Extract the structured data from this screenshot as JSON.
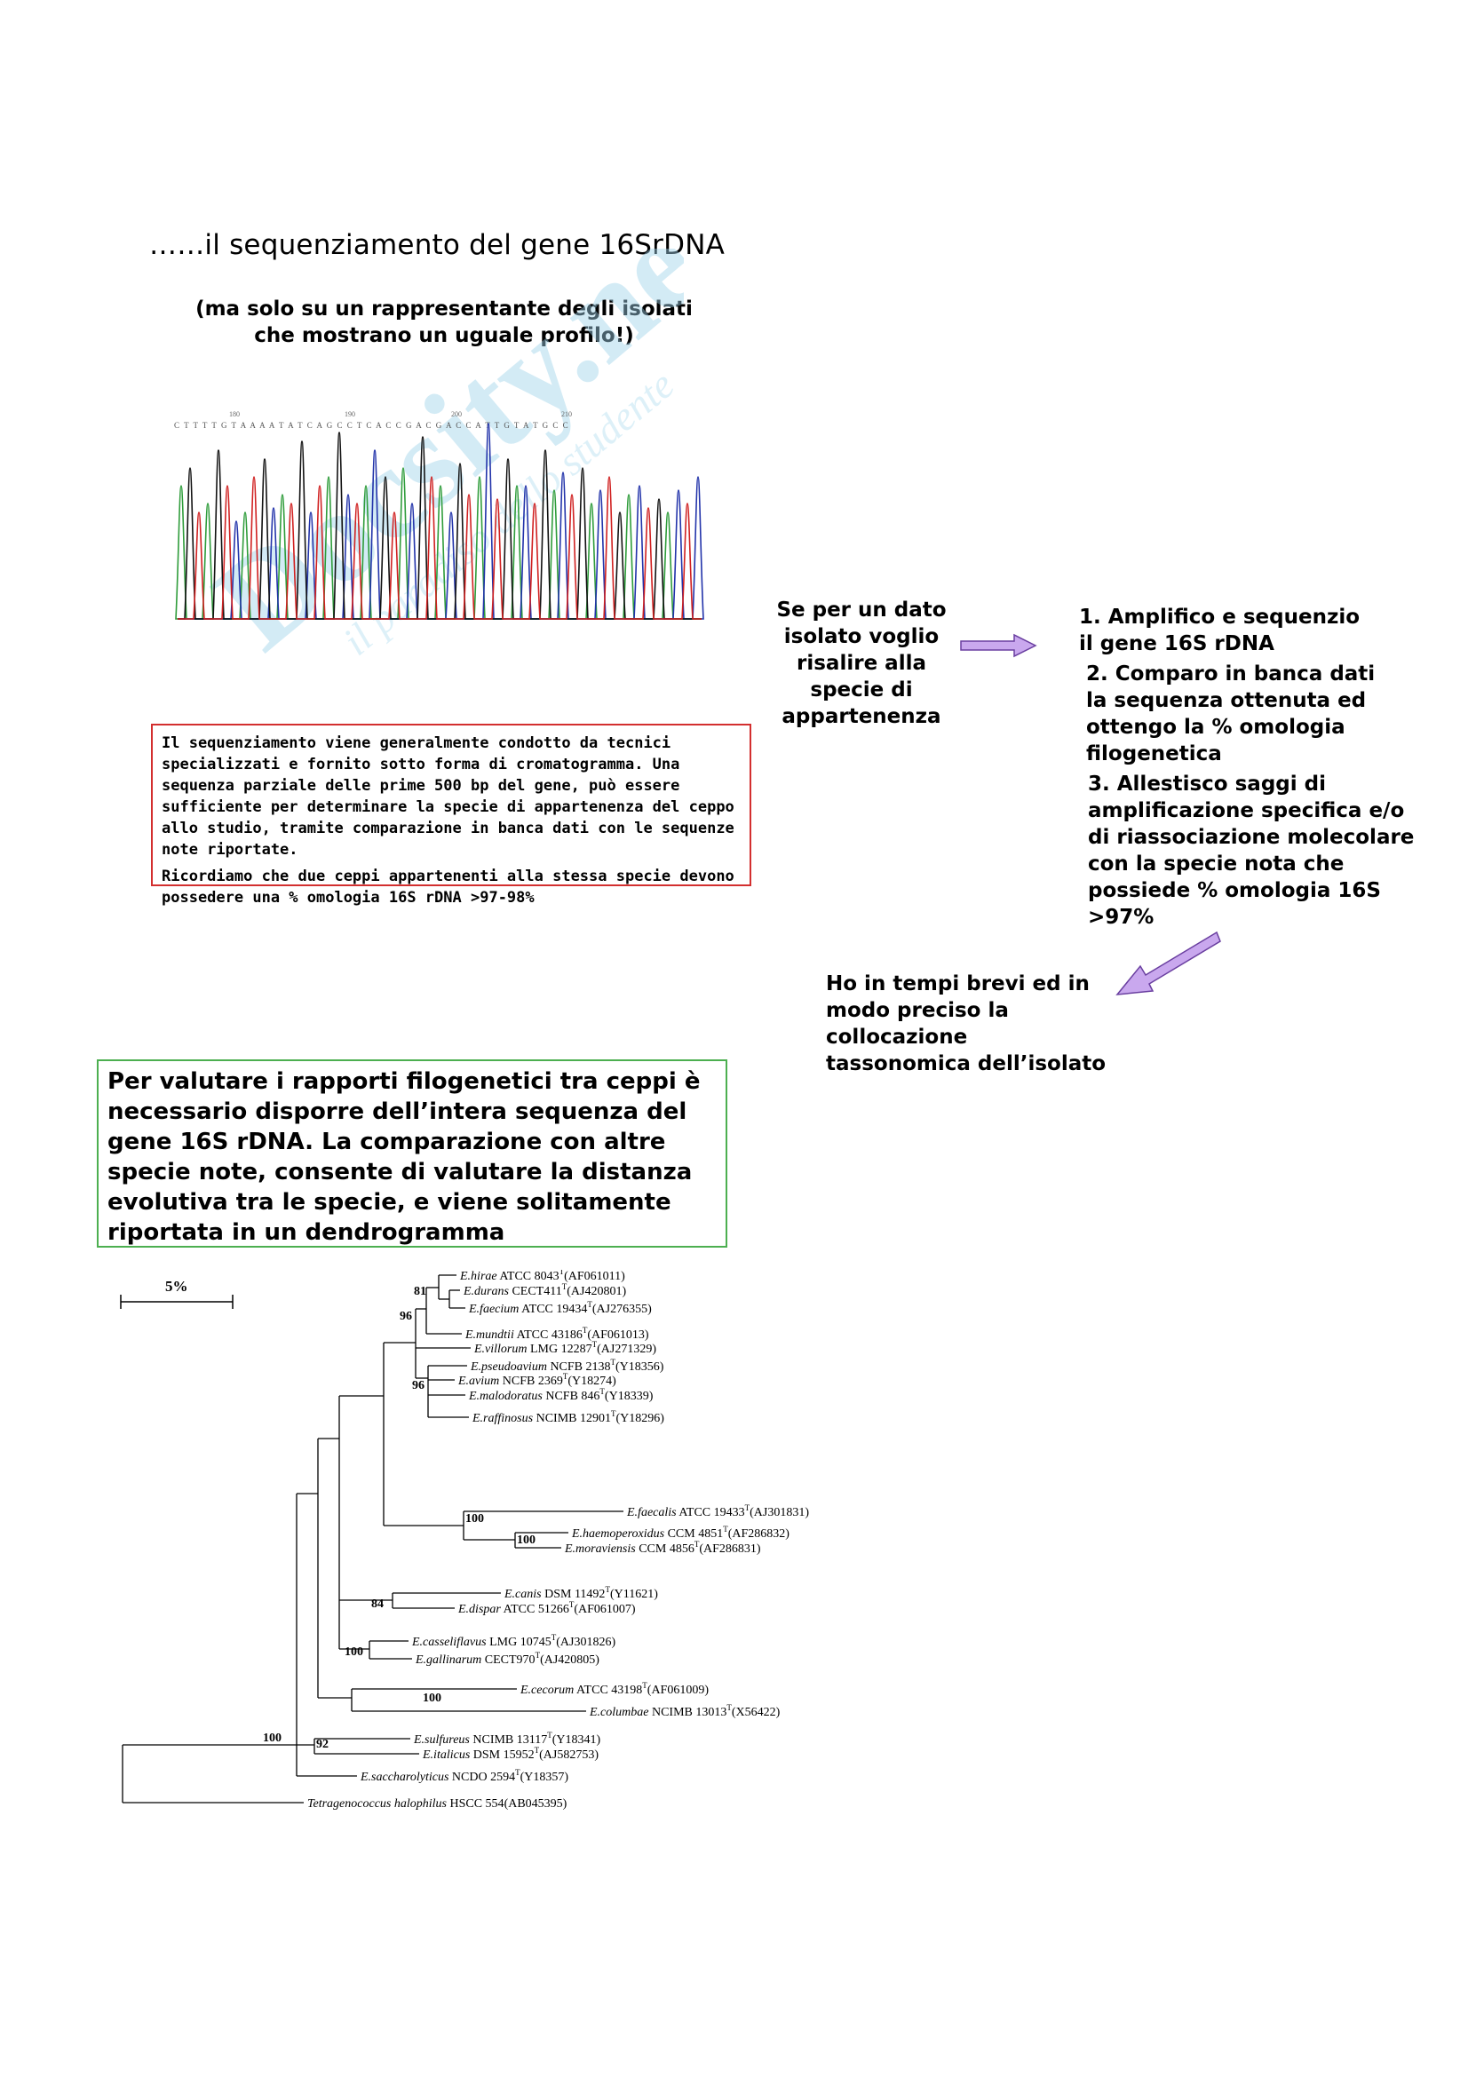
{
  "header": {
    "title": "……il sequenziamento del gene 16SrDNA",
    "subtitle": "(ma solo su un rappresentante degli isolati che mostrano un uguale profilo!)"
  },
  "chromatogram": {
    "sequence": "C T T T T G T A A A A T A T C  A G C C T C A C C G A C G A C C A T T G T A T G C C",
    "marks": [
      "180",
      "190",
      "200",
      "210"
    ]
  },
  "watermark": {
    "text": "Docsity.net",
    "tagline": "il paradiso dello studente"
  },
  "info_box": {
    "p1": "Il sequenziamento viene generalmente condotto da tecnici specializzati e fornito sotto forma di cromatogramma. Una sequenza parziale delle prime 500 bp del gene, può essere sufficiente per determinare la specie di appartenenza del ceppo allo studio, tramite comparazione in banca dati con le sequenze note riportate.",
    "p2": "Ricordiamo che due ceppi appartenenti alla stessa specie devono possedere una % omologia 16S rDNA >97-98%"
  },
  "question": "Se per un dato isolato voglio risalire alla specie di appartenenza",
  "steps": [
    "1. Amplifico e sequenzio il gene 16S rDNA",
    "2. Comparo in banca dati la sequenza ottenuta ed ottengo la % omologia filogenetica",
    "3. Allestisco saggi di amplificazione specifica e/o di riassociazione  molecolare con la specie nota che possiede % omologia 16S >97%"
  ],
  "answer": "Ho in tempi brevi ed in modo preciso la collocazione tassonomica dell’isolato",
  "phylo_box": "Per valutare i rapporti filogenetici tra ceppi è necessario disporre dell’intera sequenza del gene 16S rDNA. La comparazione con altre specie note, consente di valutare la distanza evolutiva tra le specie, e viene solitamente riportata in un dendrogramma",
  "tree": {
    "scale_label": "5%",
    "taxa": [
      {
        "name": "E.hirae",
        "rest": " ATCC 8043",
        "acc": "(AF061011)"
      },
      {
        "name": "E.durans",
        "rest": " CECT411",
        "acc": "(AJ420801)"
      },
      {
        "name": "E.faecium",
        "rest": " ATCC 19434",
        "acc": "(AJ276355)"
      },
      {
        "name": "E.mundtii",
        "rest": " ATCC 43186",
        "acc": "(AF061013)"
      },
      {
        "name": "E.villorum",
        "rest": " LMG 12287",
        "acc": "(AJ271329)"
      },
      {
        "name": "E.pseudoavium",
        "rest": " NCFB 2138",
        "acc": "(Y18356)"
      },
      {
        "name": "E.avium",
        "rest": " NCFB 2369",
        "acc": "(Y18274)"
      },
      {
        "name": "E.malodoratus",
        "rest": " NCFB 846",
        "acc": "(Y18339)"
      },
      {
        "name": "E.raffinosus",
        "rest": " NCIMB 12901",
        "acc": "(Y18296)"
      },
      {
        "name": "E.faecalis",
        "rest": " ATCC 19433",
        "acc": "(AJ301831)"
      },
      {
        "name": "E.haemoperoxidus",
        "rest": " CCM 4851",
        "acc": "(AF286832)"
      },
      {
        "name": "E.moraviensis",
        "rest": " CCM 4856",
        "acc": "(AF286831)"
      },
      {
        "name": "E.canis",
        "rest": " DSM 11492",
        "acc": "(Y11621)"
      },
      {
        "name": "E.dispar",
        "rest": " ATCC 51266",
        "acc": "(AF061007)"
      },
      {
        "name": "E.casseliflavus",
        "rest": " LMG 10745",
        "acc": "(AJ301826)"
      },
      {
        "name": "E.gallinarum",
        "rest": " CECT970",
        "acc": "(AJ420805)"
      },
      {
        "name": "E.cecorum",
        "rest": " ATCC 43198",
        "acc": "(AF061009)"
      },
      {
        "name": "E.columbae",
        "rest": " NCIMB 13013",
        "acc": "(X56422)"
      },
      {
        "name": "E.sulfureus",
        "rest": " NCIMB 13117",
        "acc": "(Y18341)"
      },
      {
        "name": "E.italicus",
        "rest": " DSM 15952",
        "acc": "(AJ582753)"
      },
      {
        "name": "E.saccharolyticus",
        "rest": " NCDO 2594",
        "acc": "(Y18357)"
      },
      {
        "name": "Tetragenococcus halophilus",
        "rest": " HSCC 554",
        "acc": "(AB045395)"
      }
    ],
    "bootstrap": [
      "81",
      "96",
      "96",
      "100",
      "100",
      "84",
      "100",
      "100",
      "100",
      "92"
    ]
  },
  "colors": {
    "red_border": "#d32f2f",
    "green_border": "#4caf50",
    "arrow_fill": "#c9a8ee",
    "arrow_stroke": "#6a3fa0",
    "trace_A": "#2e9c3a",
    "trace_C": "#2233aa",
    "trace_G": "#111111",
    "trace_T": "#d02020"
  }
}
